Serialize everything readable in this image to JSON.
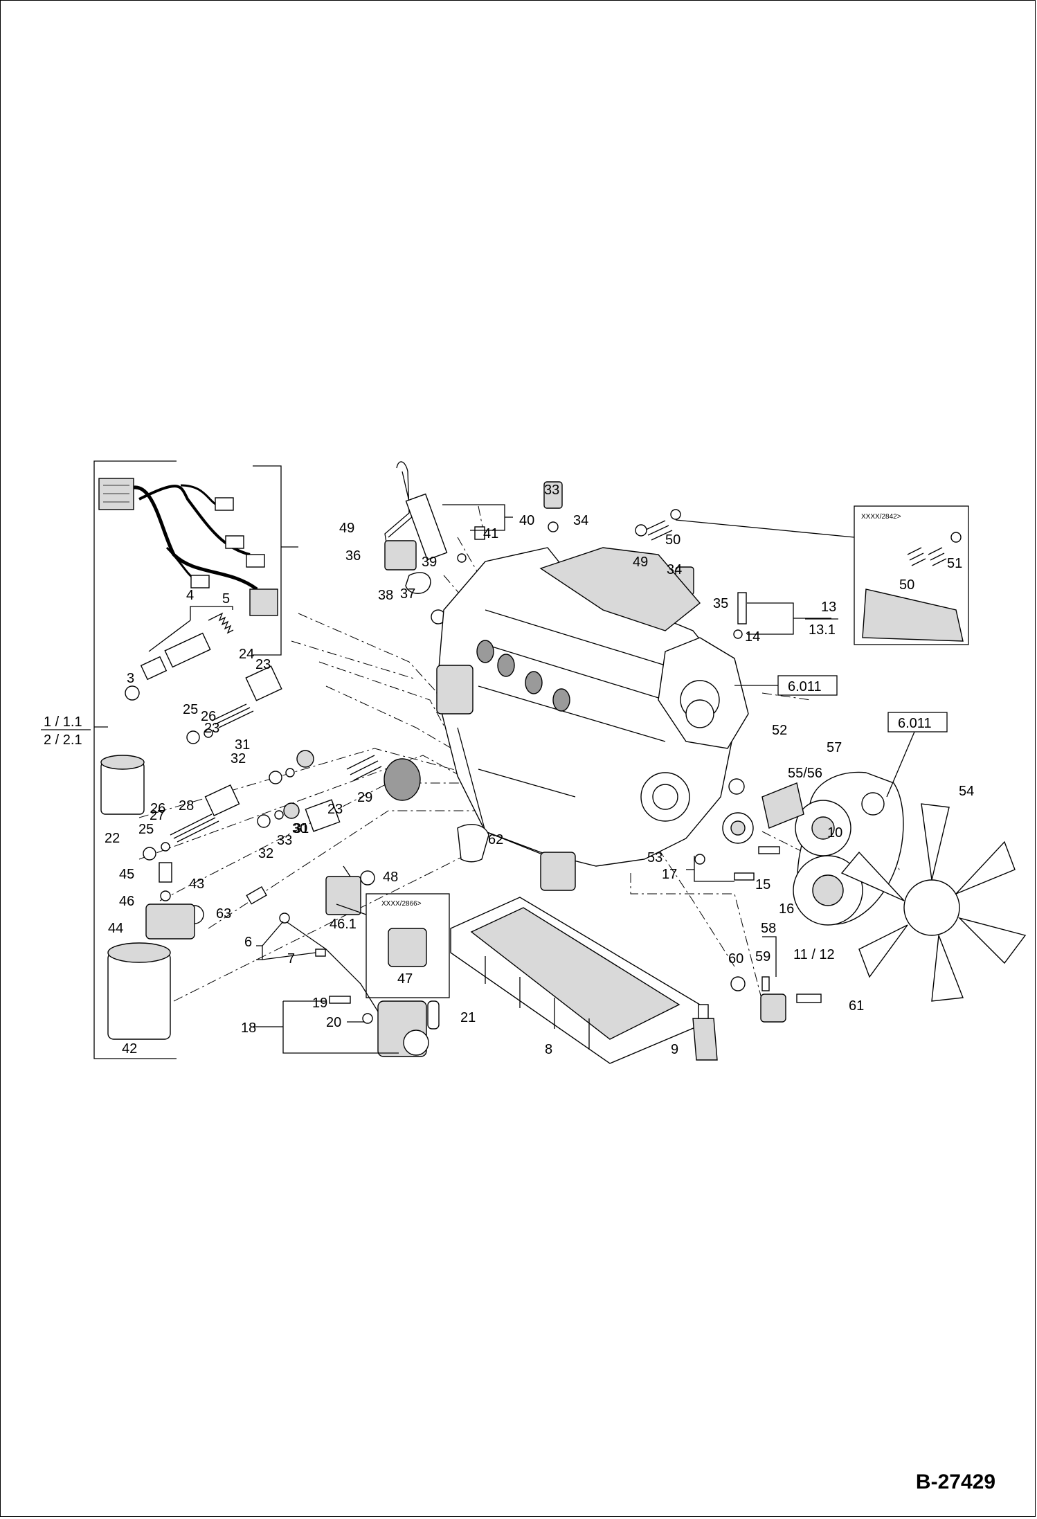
{
  "document_id": "B-27429",
  "callouts": [
    "1 / 1.1",
    "2 / 2.1",
    "3",
    "4",
    "5",
    "6",
    "7",
    "8",
    "9",
    "10",
    "11 / 12",
    "13",
    "13.1",
    "14",
    "15",
    "16",
    "17",
    "18",
    "19",
    "20",
    "21",
    "22",
    "23",
    "23",
    "23",
    "24",
    "25",
    "25",
    "26",
    "26",
    "27",
    "28",
    "29",
    "30",
    "31",
    "31",
    "32",
    "32",
    "33",
    "33",
    "34",
    "34",
    "35",
    "36",
    "37",
    "38",
    "39",
    "40",
    "41",
    "42",
    "43",
    "44",
    "45",
    "46",
    "46.1",
    "47",
    "48",
    "49",
    "49",
    "50",
    "50",
    "51",
    "52",
    "53",
    "54",
    "55/56",
    "57",
    "58",
    "59",
    "60",
    "61",
    "62",
    "63"
  ],
  "references": [
    "6.011",
    "6.011"
  ],
  "insets": {
    "top_right_label": "XXXX/2842>",
    "middle_label": "XXXX/2866>"
  }
}
